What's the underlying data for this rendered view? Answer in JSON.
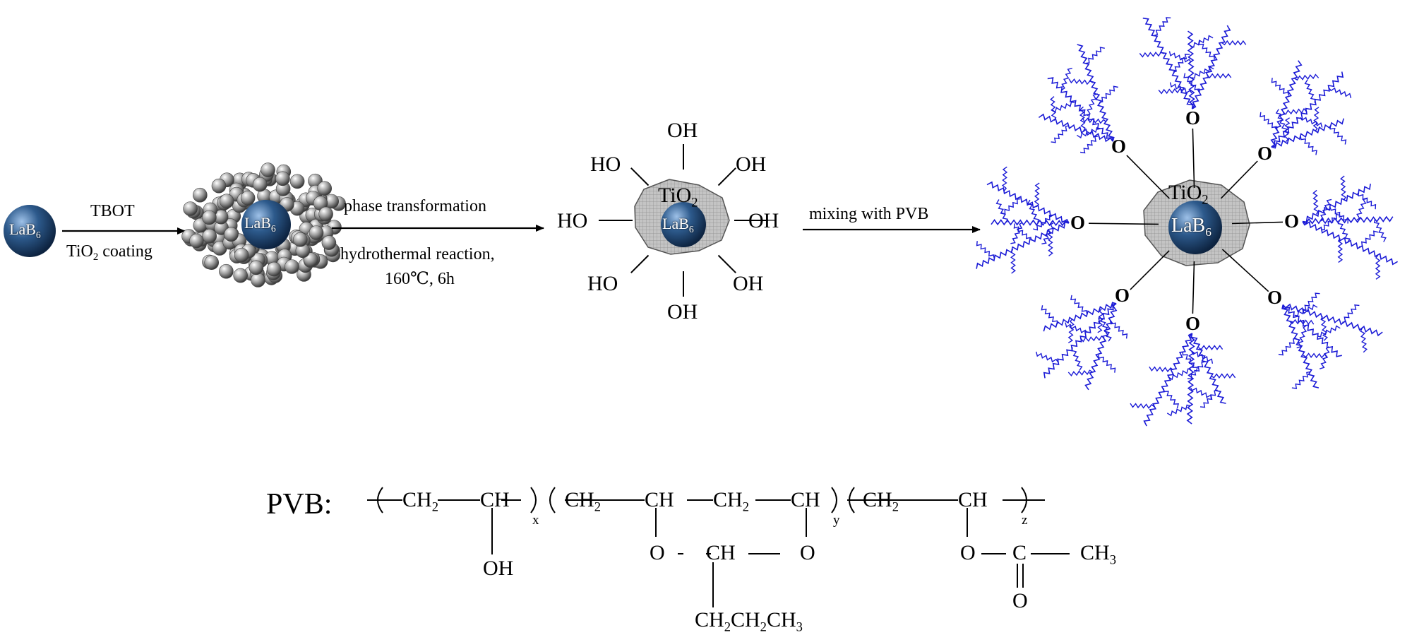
{
  "step1": {
    "particle": [
      "LaB",
      "6"
    ],
    "arrow_top": "TBOT",
    "arrow_bottom": [
      "TiO",
      "2",
      " coating"
    ]
  },
  "step2": {
    "core": [
      "LaB",
      "6"
    ],
    "arrow_top": "phase transformation",
    "arrow_bottom_1": "hydrothermal reaction,",
    "arrow_bottom_2": "160℃, 6h"
  },
  "step3": {
    "shell": [
      "TiO",
      "2"
    ],
    "core": [
      "LaB",
      "6"
    ],
    "oh": "OH",
    "ho": "HO",
    "arrow_top": "mixing with PVB"
  },
  "step4": {
    "shell": [
      "TiO",
      "2"
    ],
    "core": [
      "LaB",
      "6"
    ],
    "oxygen": "O"
  },
  "pvb": {
    "label": "PVB:",
    "ch2": [
      "CH",
      "2"
    ],
    "ch": "CH",
    "oh": "OH",
    "o": "O",
    "c": "C",
    "o_dbl": "O",
    "propyl": [
      "CH",
      "2",
      "CH",
      "2",
      "CH",
      "3"
    ],
    "methyl": [
      "CH",
      "3"
    ],
    "sub_x": "x",
    "sub_y": "y",
    "sub_z": "z"
  },
  "colors": {
    "chain": "#1a1ad6",
    "core_fill": "#2d5a8c",
    "shell_fill": "#b8b8b8",
    "bead_fill": "#9a9a9a"
  }
}
